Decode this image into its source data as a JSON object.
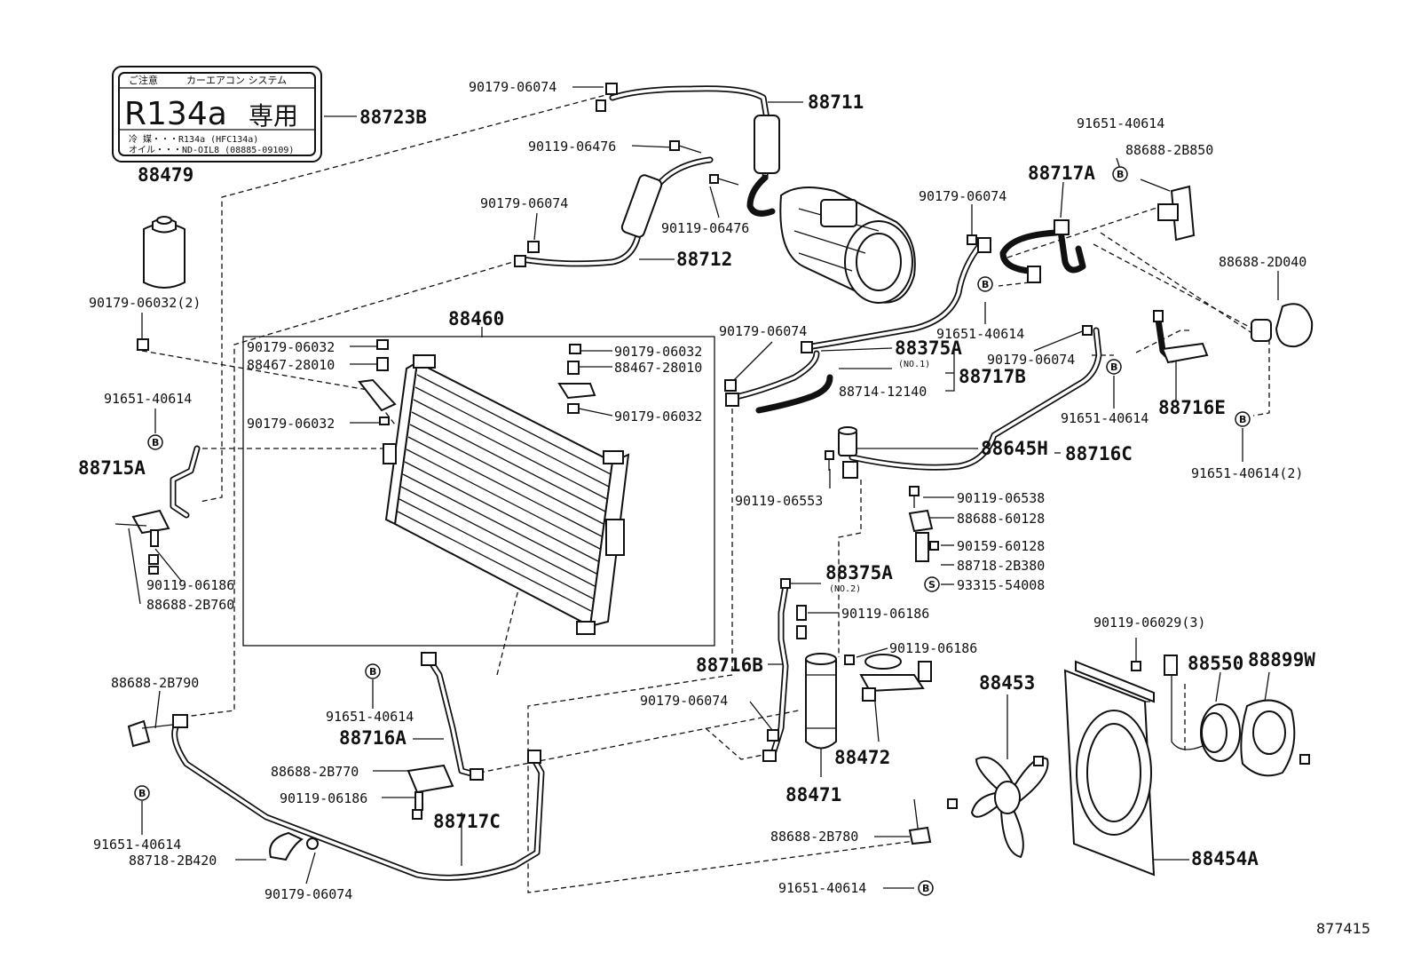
{
  "label": {
    "row1_left": "ご注意",
    "row1_right": "カーエアコン システム",
    "refrigerant": "R134a",
    "exclusive": "専用",
    "line1": "冷 媒・・・R134a (HFC134a)",
    "line2": "オイル・・・ND-OIL8 (08885-09109)"
  },
  "parts": {
    "p88723B": "88723B",
    "p88479": "88479",
    "p90179_06032_2": "90179-06032(2)",
    "p91651_40614_l": "91651-40614",
    "p88715A": "88715A",
    "p90119_06186_l": "90119-06186",
    "p88688_2B760": "88688-2B760",
    "p88688_2B790": "88688-2B790",
    "p91651_40614_bl": "91651-40614",
    "p88718_2B420": "88718-2B420",
    "p90179_06074_bl": "90179-06074",
    "p88460": "88460",
    "p90179_06032_a": "90179-06032",
    "p88467_28010_a": "88467-28010",
    "p90179_06032_b": "90179-06032",
    "p90179_06032_c": "90179-06032",
    "p88467_28010_b": "88467-28010",
    "p90179_06032_d": "90179-06032",
    "p90179_06074_top": "90179-06074",
    "p88711": "88711",
    "p90119_06476_a": "90119-06476",
    "p90179_06074_mid": "90179-06074",
    "p90119_06476_b": "90119-06476",
    "p88712": "88712",
    "p91651_40614_tr": "91651-40614",
    "p88688_2B850": "88688-2B850",
    "p88717A": "88717A",
    "p90179_06074_c": "90179-06074",
    "p88688_2D040": "88688-2D040",
    "p91651_40614_m1": "91651-40614",
    "p90179_06074_d": "90179-06074",
    "p88375A_1": "88375A",
    "no1": "(NO.1)",
    "p88714_12140": "88714-12140",
    "p88717B": "88717B",
    "p90179_06074_e": "90179-06074",
    "p91651_40614_m2": "91651-40614",
    "p88716E": "88716E",
    "p91651_40614_2": "91651-40614(2)",
    "p88645H": "88645H",
    "p88716C": "88716C",
    "p90119_06553": "90119-06553",
    "p90119_06538": "90119-06538",
    "p88688_60128": "88688-60128",
    "p90159_60128": "90159-60128",
    "p88718_2B380": "88718-2B380",
    "p93315_54008": "93315-54008",
    "p88375A_2": "88375A",
    "no2": "(NO.2)",
    "p90119_06186_a": "90119-06186",
    "p90119_06186_b": "90119-06186",
    "p88716B": "88716B",
    "p90179_06074_f": "90179-06074",
    "p88472": "88472",
    "p88471": "88471",
    "p91651_40614_c": "91651-40614",
    "p88716A": "88716A",
    "p88688_2B770": "88688-2B770",
    "p90119_06186_c": "90119-06186",
    "p88717C": "88717C",
    "p88688_2B780": "88688-2B780",
    "p91651_40614_b": "91651-40614",
    "p90119_06029_3": "90119-06029(3)",
    "p88453": "88453",
    "p88550": "88550",
    "p88899W": "88899W",
    "p88454A": "88454A"
  },
  "marks": {
    "bolt_b": "B",
    "screw_s": "S"
  },
  "diagram_id": "877415"
}
